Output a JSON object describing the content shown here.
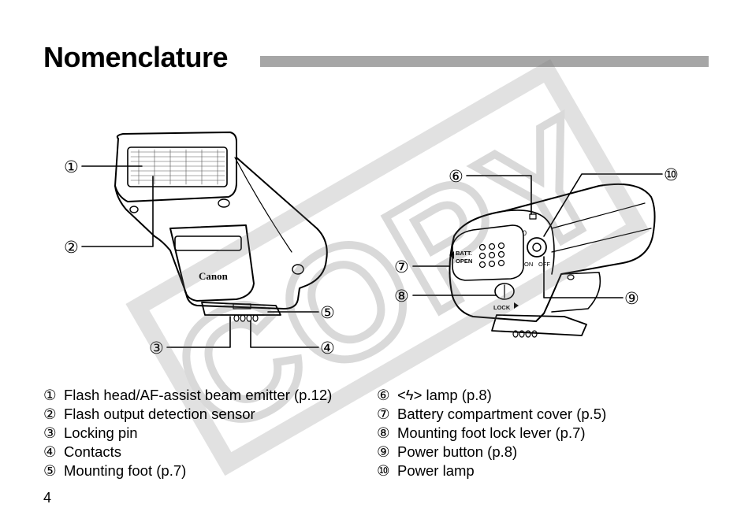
{
  "header": {
    "title": "Nomenclature"
  },
  "watermark": {
    "text": "COPY"
  },
  "figure": {
    "front_callouts": [
      "①",
      "②",
      "③",
      "④",
      "⑤"
    ],
    "back_callouts": [
      "⑥",
      "⑦",
      "⑧",
      "⑨",
      "⑩"
    ],
    "device_labels": {
      "brand": "Canon",
      "batt": "BATT.",
      "open": "OPEN",
      "lock": "LOCK",
      "on": "ON",
      "off": "OFF",
      "zero": "0"
    }
  },
  "parts_left": [
    {
      "num": "①",
      "label": "Flash head/AF-assist beam emitter (p.12)"
    },
    {
      "num": "②",
      "label": "Flash output detection sensor"
    },
    {
      "num": "③",
      "label": "Locking pin"
    },
    {
      "num": "④",
      "label": "Contacts"
    },
    {
      "num": "⑤",
      "label": "Mounting foot (p.7)"
    }
  ],
  "parts_right": [
    {
      "num": "⑥",
      "label": "<ϟ> lamp (p.8)"
    },
    {
      "num": "⑦",
      "label": "Battery compartment cover (p.5)"
    },
    {
      "num": "⑧",
      "label": "Mounting foot lock lever (p.7)"
    },
    {
      "num": "⑨",
      "label": "Power button (p.8)"
    },
    {
      "num": "⑩",
      "label": "Power lamp"
    }
  ],
  "footer": {
    "page_number": "4"
  }
}
